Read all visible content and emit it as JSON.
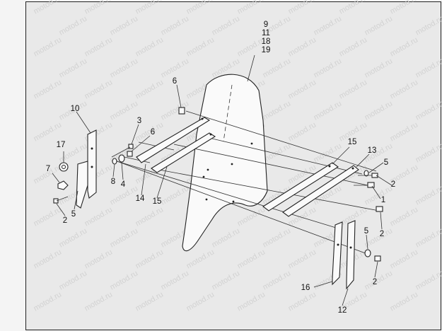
{
  "diagram": {
    "watermark": "motod.ru",
    "windshield_callouts": [
      "9",
      "11",
      "18",
      "19"
    ],
    "callouts": {
      "c1": "1",
      "c2a": "2",
      "c2b": "2",
      "c2c": "2",
      "c2d": "2",
      "c3": "3",
      "c4": "4",
      "c5a": "5",
      "c5b": "5",
      "c5c": "5",
      "c6a": "6",
      "c6b": "6",
      "c7": "7",
      "c8": "8",
      "c10": "10",
      "c12": "12",
      "c13": "13",
      "c14": "14",
      "c15a": "15",
      "c15b": "15",
      "c16": "16",
      "c17": "17"
    }
  }
}
